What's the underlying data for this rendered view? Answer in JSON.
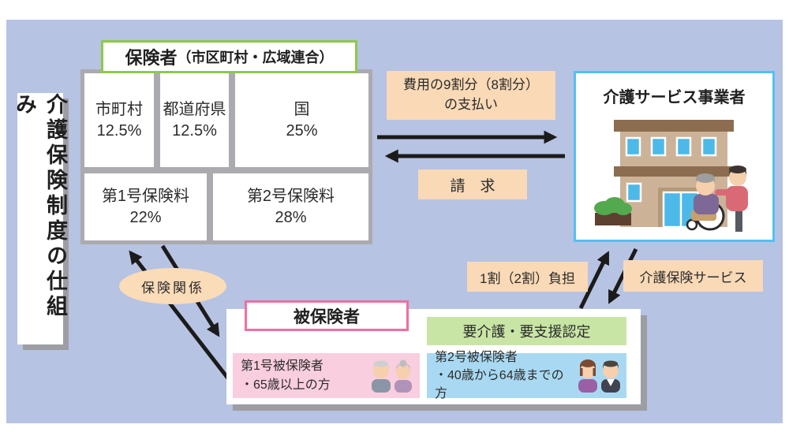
{
  "title": "介護保険制度の仕組み",
  "insurer": {
    "label_main": "保険者",
    "label_sub": "（市区町村・広域連合）",
    "row1": [
      {
        "name": "市町村",
        "pct": "12.5%"
      },
      {
        "name": "都道府県",
        "pct": "12.5%"
      },
      {
        "name": "国",
        "pct": "25%"
      }
    ],
    "row2": [
      {
        "name": "第1号保険料",
        "pct": "22%"
      },
      {
        "name": "第2号保険料",
        "pct": "28%"
      }
    ]
  },
  "provider": {
    "title": "介護サービス事業者"
  },
  "flows": {
    "payment_line1": "費用の9割分（8割分）",
    "payment_line2": "の支払い",
    "claim": "請　求",
    "burden": "1割（2割）負担",
    "service": "介護保険サービス",
    "relation": "保険関係"
  },
  "insured": {
    "label": "被保険者",
    "certification": "要介護・要支援認定",
    "no1_line1": "第1号被保険者",
    "no1_line2": "・65歳以上の方",
    "no2_line1": "第2号被保険者",
    "no2_line2": "・40歳から64歳までの方"
  },
  "colors": {
    "background": "#b6c3e2",
    "peach_label": "#f9d9b6",
    "green_border": "#8fc84a",
    "green_fill": "#c9e5a5",
    "pink_border": "#f06fa0",
    "pink_fill": "#f9cede",
    "blue_fill": "#a9d9f2",
    "provider_border": "#53c1ef",
    "grid_gray": "#ababaf",
    "shadow_gray": "#9d9da4",
    "arrow_black": "#1b1b1b"
  }
}
